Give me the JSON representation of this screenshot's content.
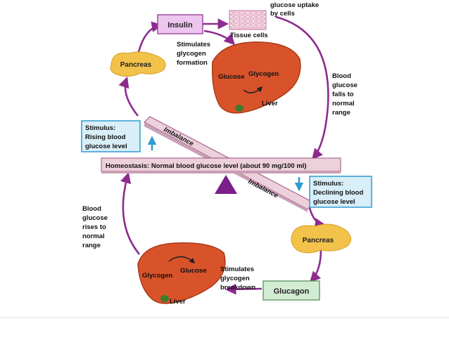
{
  "top": {
    "insulin_label": "Insulin",
    "uptake_line1": "glucose uptake",
    "uptake_line2": "by cells",
    "tissue_label": "Tissue cells",
    "pancreas_label": "Pancreas",
    "stim_formation_1": "Stimulates",
    "stim_formation_2": "glycogen",
    "stim_formation_3": "formation",
    "liver_glucose": "Glucose",
    "liver_glycogen": "Glycogen",
    "liver_label": "Liver",
    "falls_1": "Blood",
    "falls_2": "glucose",
    "falls_3": "falls to",
    "falls_4": "normal",
    "falls_5": "range"
  },
  "middle": {
    "stimulus_rising_1": "Stimulus:",
    "stimulus_rising_2": "Rising blood",
    "stimulus_rising_3": "glucose level",
    "imbalance_upper": "Imbalance",
    "homeostasis": "Homeostasis: Normal blood glucose level (about 90 mg/100 ml)",
    "imbalance_lower": "Imbalance",
    "stimulus_declining_1": "Stimulus:",
    "stimulus_declining_2": "Declining blood",
    "stimulus_declining_3": "glucose level"
  },
  "bottom": {
    "rises_1": "Blood",
    "rises_2": "glucose",
    "rises_3": "rises to",
    "rises_4": "normal",
    "rises_5": "range",
    "pancreas_label": "Pancreas",
    "liver_glycogen": "Glycogen",
    "liver_glucose": "Glucose",
    "liver_label": "Liver",
    "stim_breakdown_1": "Stimulates",
    "stim_breakdown_2": "glycogen",
    "stim_breakdown_3": "breakdown",
    "glucagon_label": "Glucagon"
  },
  "colors": {
    "arrow": "#8e2b8e",
    "liver": "#d9532a",
    "liver_dark": "#a8391a",
    "pancreas": "#f2c24a",
    "insulin_box": "#ecc6ee",
    "glucagon_box": "#d2ecd2",
    "stimulus_box": "#d8eef8",
    "stimulus_border": "#2f9bd0",
    "beam": "#ecd0da",
    "fulcrum": "#7a1f8a"
  }
}
